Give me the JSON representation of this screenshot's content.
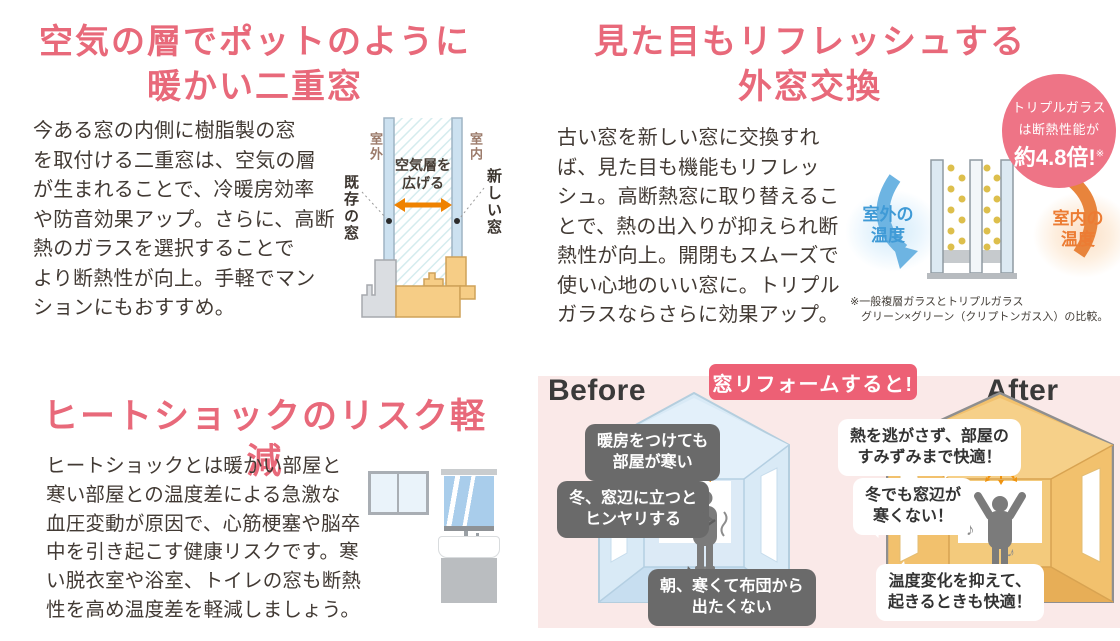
{
  "colors": {
    "accent_pink": "#e8697a",
    "banner_pink": "#ed6075",
    "badge_pink": "#ee7486",
    "body_text": "#423a34",
    "outdoor_blue": "#3f9ad6",
    "indoor_orange": "#ec7c33",
    "panel_bg": "#fae9e8",
    "before_house_blue": "#d9eaf6",
    "after_house_amber": "#f2c16d",
    "bubble_gray": "#6a6a6a"
  },
  "double_window": {
    "title": "空気の層でポットのように\n暖かい二重窓",
    "body": "今ある窓の内側に樹脂製の窓\nを取付ける二重窓は、空気の層\nが生まれることで、冷暖房効率\nや防音効果アップ。さらに、高断\n熱のガラスを選択することで\nより断熱性が向上。手軽でマン\nションにもおすすめ。",
    "diagram": {
      "outdoor": "室外",
      "indoor": "室内",
      "air_gap": "空気層を\n広げる",
      "existing_window": "既存の窓",
      "new_window": "新しい窓"
    }
  },
  "outer_window": {
    "title": "見た目もリフレッシュする\n外窓交換",
    "body": "古い窓を新しい窓に交換すれ\nば、見た目も機能もリフレッ\nシュ。高断熱窓に取り替えるこ\nとで、熱の出入りが抑えられ断\n熱性が向上。開閉もスムーズで\n使い心地のいい窓に。トリプル\nガラスならさらに効果アップ。",
    "badge": {
      "line1": "トリプルガラス",
      "line2": "は断熱性能が",
      "value": "約4.8倍!",
      "note_mark": "※"
    },
    "diagram": {
      "outdoor_temp": "室外の\n温度",
      "indoor_temp": "室内の\n温度"
    },
    "footnote": "※一般複層ガラスとトリプルガラス\n　グリーン×グリーン（クリプトンガス入）の比較。"
  },
  "heat_shock": {
    "title": "ヒートショックのリスク軽減",
    "body": "ヒートショックとは暖かい部屋と\n寒い部屋との温度差による急激な\n血圧変動が原因で、心筋梗塞や脳卒\n中を引き起こす健康リスクです。寒\nい脱衣室や浴室、トイレの窓も断熱\n性を高め温度差を軽減しましょう。"
  },
  "before_after": {
    "before_label": "Before",
    "after_label": "After",
    "banner": "窓リフォームすると!",
    "before_bubbles": [
      "暖房をつけても\n部屋が寒い",
      "冬、窓辺に立つと\nヒンヤリする",
      "朝、寒くて布団から\n出たくない"
    ],
    "after_bubbles": [
      "熱を逃がさず、部屋の\nすみずみまで快適！",
      "冬でも窓辺が\n寒くない！",
      "温度変化を抑えて、\n起きるときも快適！"
    ],
    "music_note": "♪"
  }
}
